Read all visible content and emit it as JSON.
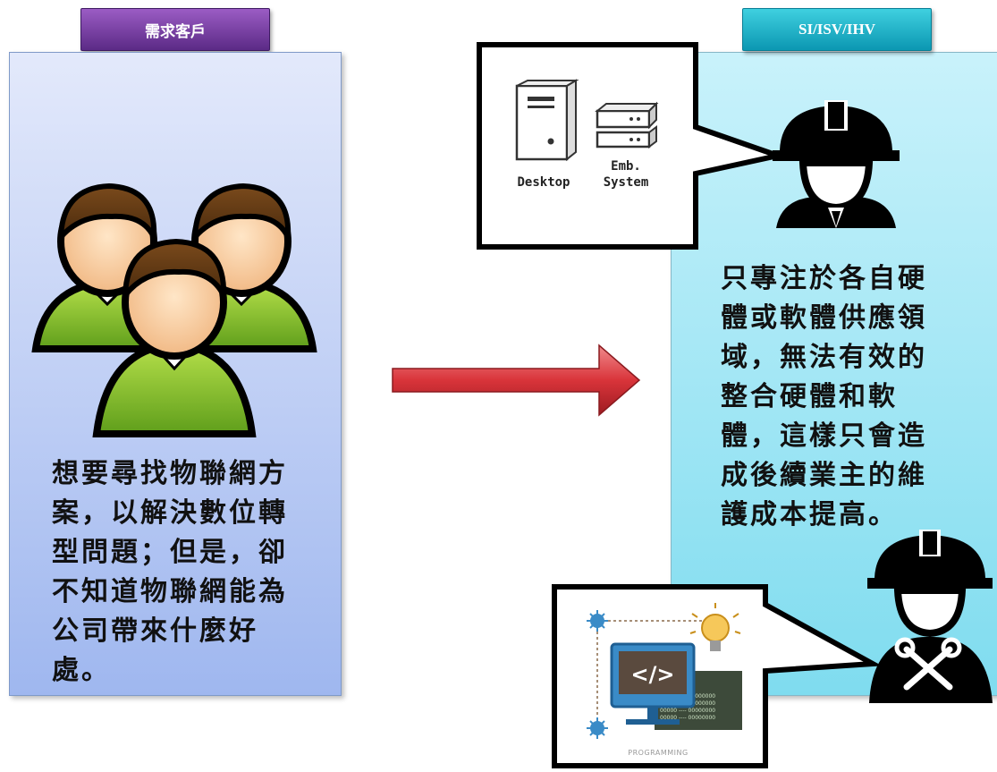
{
  "left": {
    "tag": "需求客戶",
    "description": "想要尋找物聯網方案，以解決數位轉型問題；但是，卻不知道物聯網能為公司帶來什麼好處。"
  },
  "right": {
    "tag": "SI/ISV/IHV",
    "description": "只專注於各自硬體或軟體供應領域，無法有效的整合硬體和軟體，這樣只會造成後續業主的維護成本提高。"
  },
  "callout_top": {
    "desktop_label": "Desktop",
    "emb_label_line1": "Emb.",
    "emb_label_line2": "System"
  },
  "callout_bottom": {
    "programming_label": "PROGRAMMING"
  },
  "colors": {
    "left_tag": "#7a3fa8",
    "right_tag": "#18b3ca",
    "left_panel": "#b4c7f3",
    "right_panel": "#a2e6f5",
    "arrow": "#d9343a"
  }
}
